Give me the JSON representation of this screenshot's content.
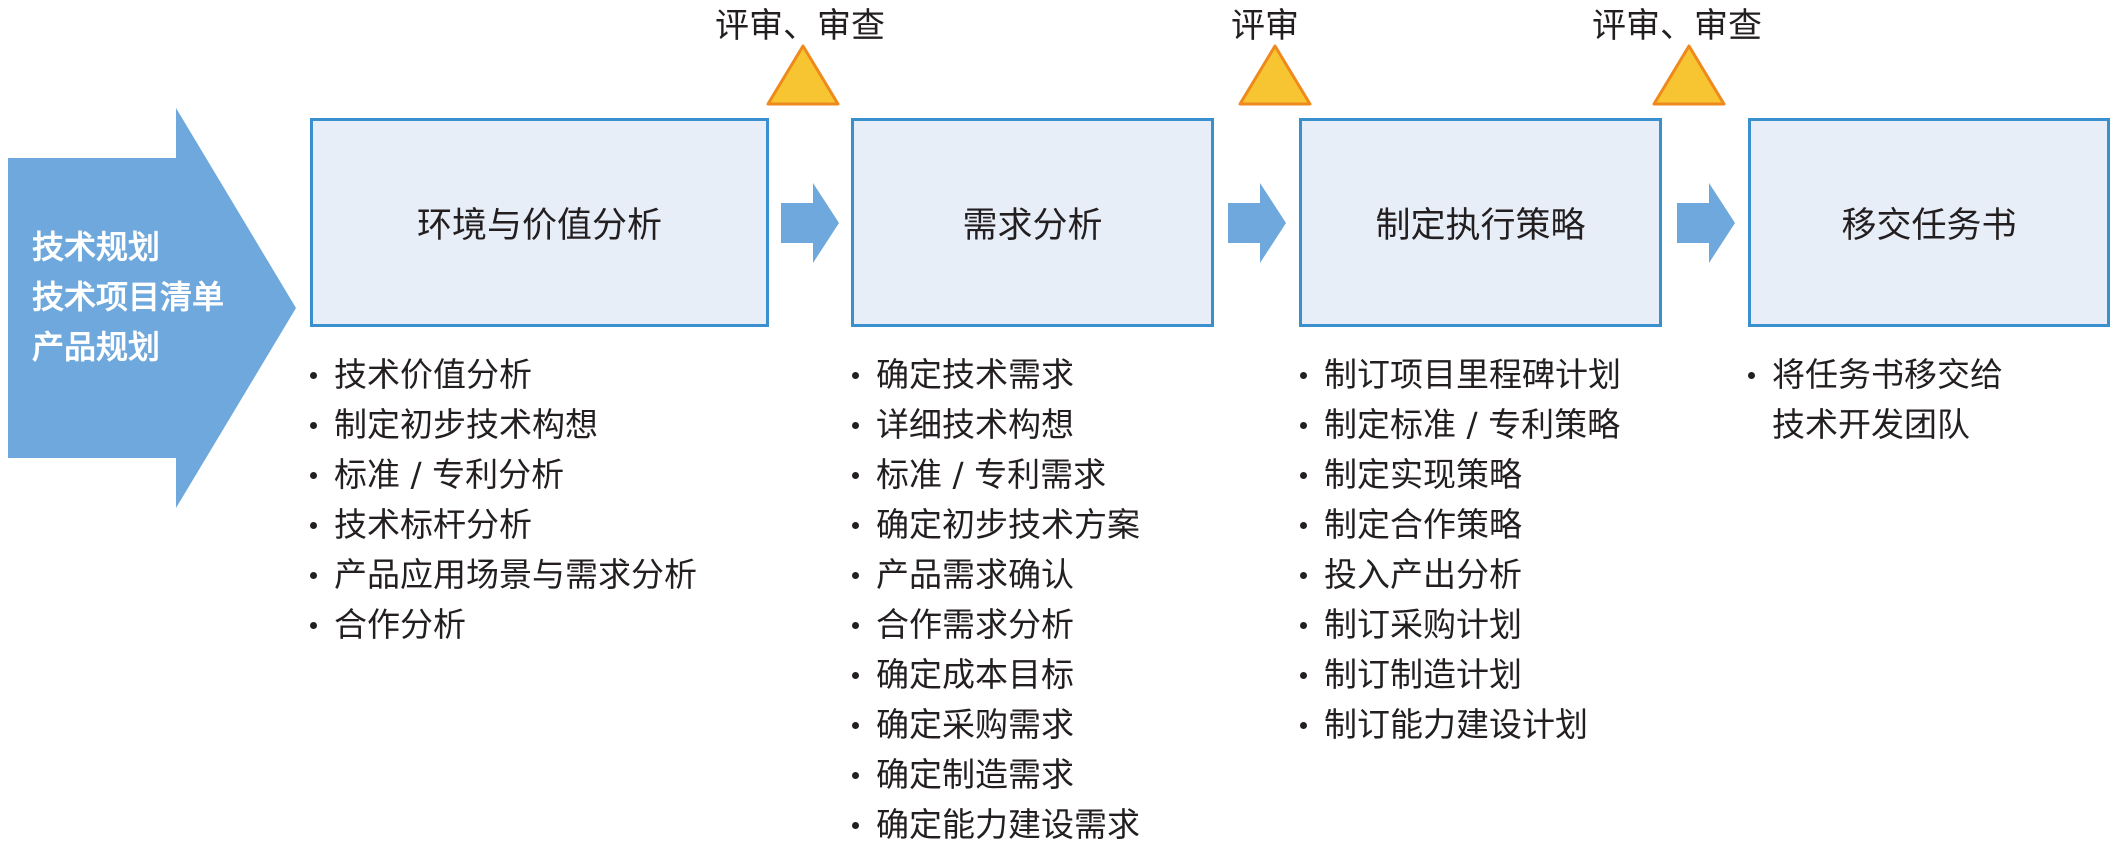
{
  "input": {
    "lines": [
      "技术规划",
      "技术项目清单",
      "产品规划"
    ],
    "color": "#6fa8dc"
  },
  "reviews": [
    {
      "label": "评审、审查"
    },
    {
      "label": "评审"
    },
    {
      "label": "评审、审查"
    }
  ],
  "stages": [
    {
      "title": "环境与价值分析",
      "items": [
        "技术价值分析",
        "制定初步技术构想",
        "标准 / 专利分析",
        "技术标杆分析",
        "产品应用场景与需求分析",
        "合作分析"
      ]
    },
    {
      "title": "需求分析",
      "items": [
        "确定技术需求",
        "详细技术构想",
        "标准 / 专利需求",
        "确定初步技术方案",
        "产品需求确认",
        "合作需求分析",
        "确定成本目标",
        "确定采购需求",
        "确定制造需求",
        "确定能力建设需求"
      ]
    },
    {
      "title": "制定执行策略",
      "items": [
        "制订项目里程碑计划",
        "制定标准 / 专利策略",
        "制定实现策略",
        "制定合作策略",
        "投入产出分析",
        "制订采购计划",
        "制订制造计划",
        "制订能力建设计划"
      ]
    },
    {
      "title": "移交任务书",
      "items": [
        "将任务书移交给",
        "技术开发团队"
      ]
    }
  ],
  "colors": {
    "arrow": "#6fa8dc",
    "box_border": "#3a8fcf",
    "box_fill": "#e8eef8",
    "triangle_fill": "#f7c531",
    "triangle_stroke": "#ee8a1d"
  }
}
